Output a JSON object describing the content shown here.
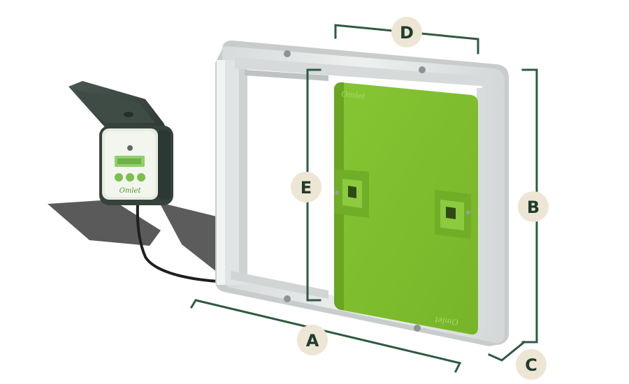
{
  "dimension_labels": {
    "a": "A",
    "b": "B",
    "c": "C",
    "d": "D",
    "e": "E"
  },
  "product": {
    "brand_on_door": "Omlet",
    "brand_on_controller": "Omlet"
  },
  "colors": {
    "dimension_line": "#2e5a41",
    "badge_fill": "#ede6d5",
    "badge_text": "#1f3d2b",
    "door_green": "#7fbf2e",
    "frame_grey": "#e4e6e6",
    "controller_dark": "#3d4a44",
    "shadow": "#585858"
  },
  "icons": [
    "screw-icon",
    "button-icon"
  ]
}
